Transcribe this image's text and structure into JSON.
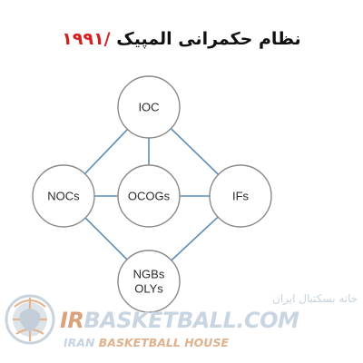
{
  "title": {
    "text": "نظام حکمرانی المپیک ",
    "number": "/۱۹۹۱"
  },
  "diagram": {
    "nodes": [
      {
        "id": "ioc",
        "lines": [
          "IOC"
        ]
      },
      {
        "id": "nocs",
        "lines": [
          "NOCs"
        ]
      },
      {
        "id": "ocogs",
        "lines": [
          "OCOGs"
        ]
      },
      {
        "id": "ifs",
        "lines": [
          "IFs"
        ]
      },
      {
        "id": "ngbs",
        "lines": [
          "NGBs",
          "OLYs"
        ]
      }
    ],
    "edges": [
      [
        "ioc",
        "nocs"
      ],
      [
        "ioc",
        "ocogs"
      ],
      [
        "ioc",
        "ifs"
      ],
      [
        "nocs",
        "ocogs"
      ],
      [
        "ocogs",
        "ifs"
      ],
      [
        "nocs",
        "ngbs"
      ],
      [
        "ifs",
        "ngbs"
      ]
    ],
    "colors": {
      "edge": "#5b8db8",
      "node_stroke": "#8a8a8a"
    }
  },
  "watermark": {
    "brand_prefix": "IR",
    "brand_main": "BASKETBALL.COM",
    "sub_prefix": "IRAN ",
    "sub_highlight": "BASKETBALL HOUSE",
    "persian": "خانه بسکتبال ایران",
    "icon": "lion-basketball-logo-icon"
  }
}
